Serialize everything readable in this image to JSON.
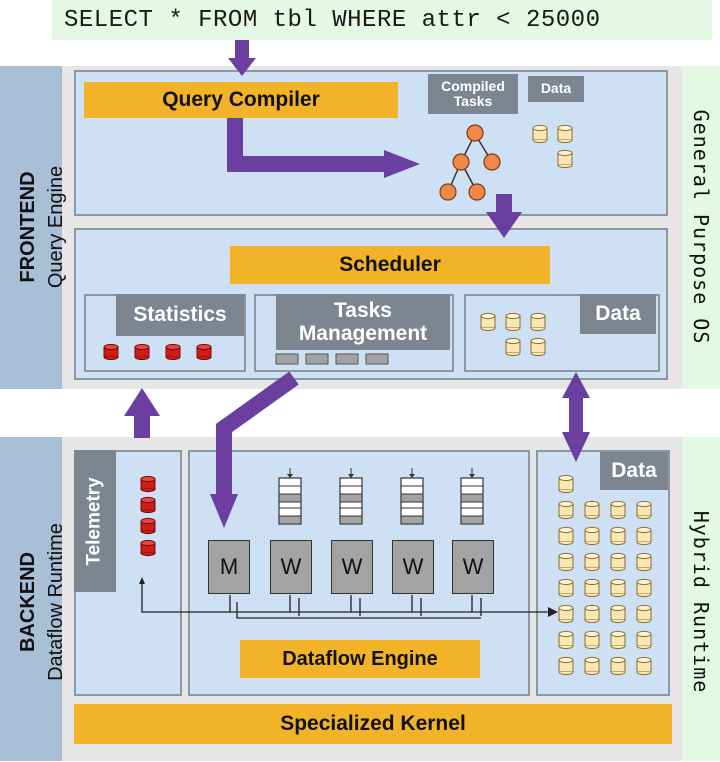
{
  "query": "SELECT * FROM tbl WHERE attr < 25000",
  "frontend": {
    "title": "FRONTEND",
    "subtitle": "Query Engine"
  },
  "backend": {
    "title": "BACKEND",
    "subtitle": "Dataflow Runtime"
  },
  "right_labels": {
    "top": "General Purpose OS",
    "bottom": "Hybrid Runtime"
  },
  "compiler": {
    "label": "Query Compiler",
    "compiled_tasks": "Compiled Tasks",
    "data": "Data"
  },
  "scheduler": {
    "label": "Scheduler",
    "statistics": "Statistics",
    "tasks_management": "Tasks Management",
    "data": "Data"
  },
  "runtime": {
    "telemetry": "Telemetry",
    "master": "M",
    "worker": "W",
    "dataflow_engine": "Dataflow Engine",
    "data": "Data",
    "kernel": "Specialized Kernel"
  },
  "colors": {
    "accent_orange": "#f2b328",
    "arrow_purple": "#6a3fa0",
    "panel_blue": "#cde0f4",
    "red_cylinder": "#d01c16",
    "tan_cylinder": "#fbe7b3",
    "tree_node": "#f0884a"
  }
}
